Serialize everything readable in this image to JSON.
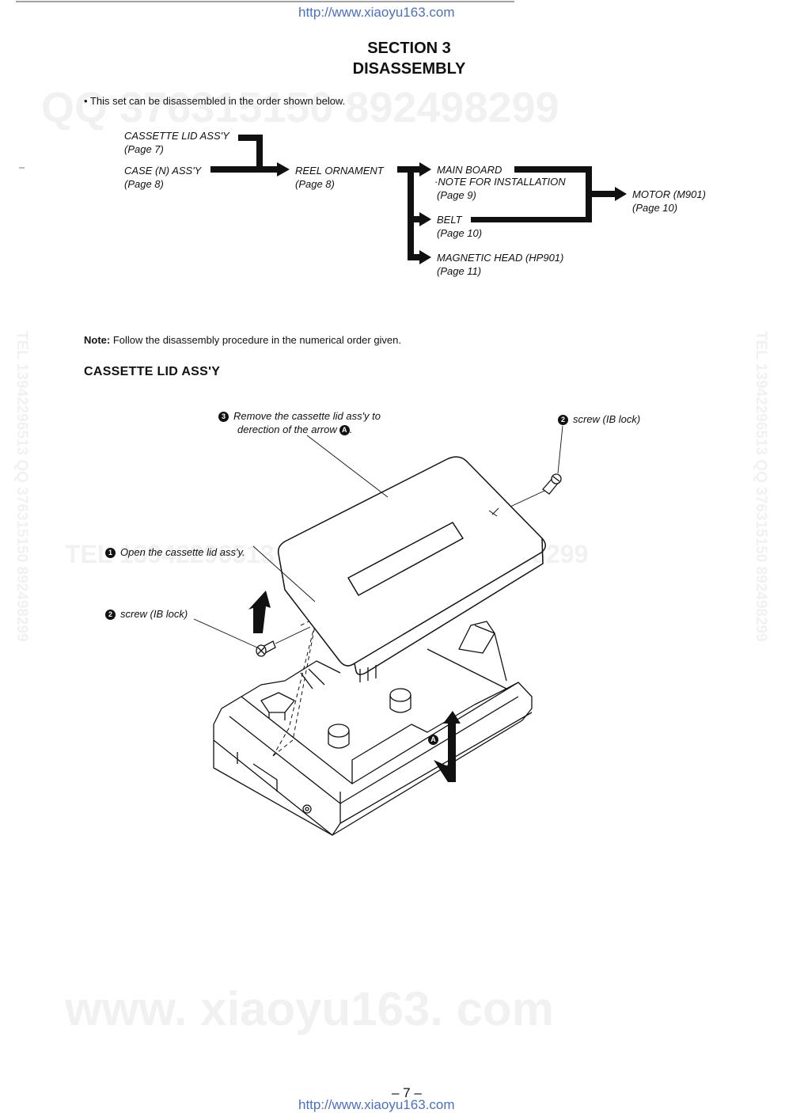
{
  "header_url": "http://www.xiaoyu163.com",
  "footer_url": "http://www.xiaoyu163.com",
  "section": {
    "line1": "SECTION 3",
    "line2": "DISASSEMBLY"
  },
  "intro": "• This set can be disassembled in the order shown below.",
  "flowchart": {
    "cassette_lid": {
      "label": "CASSETTE LID ASS'Y",
      "page": "(Page 7)"
    },
    "case_n": {
      "label": "CASE (N) ASS'Y",
      "page": "(Page 8)"
    },
    "reel_ornament": {
      "label": "REEL ORNAMENT",
      "page": "(Page 8)"
    },
    "main_board": {
      "label": "MAIN BOARD",
      "note": "·NOTE FOR INSTALLATION",
      "page": "(Page 9)"
    },
    "belt": {
      "label": "BELT",
      "page": "(Page 10)"
    },
    "magnetic_head": {
      "label": "MAGNETIC HEAD (HP901)",
      "page": "(Page 11)"
    },
    "motor": {
      "label": "MOTOR (M901)",
      "page": "(Page 10)"
    }
  },
  "note": {
    "label": "Note:",
    "text": " Follow the disassembly procedure in the numerical order given."
  },
  "subsection_title": "CASSETTE LID ASS'Y",
  "callouts": {
    "step3": {
      "num": "3",
      "line1": "Remove the cassette lid ass'y to",
      "line2": "derection of the arrow",
      "letter": "A",
      "end": "."
    },
    "screw_right": {
      "num": "2",
      "text": "screw (IB lock)"
    },
    "step1": {
      "num": "1",
      "text": "Open the cassette lid ass'y."
    },
    "screw_left": {
      "num": "2",
      "text": "screw (IB lock)"
    },
    "arrow_a": "A"
  },
  "page_number": "– 7 –",
  "watermarks": {
    "qq_top": "QQ 376315150   892498299",
    "mid": "TEL 13942296513   QQ 376315150   892498299",
    "left_vertical": "TEL 13942296513  QQ 376315150  892498299",
    "right_vertical": "TEL 13942296513  QQ 376315150  892498299",
    "bottom": "www. xiaoyu163. com"
  }
}
